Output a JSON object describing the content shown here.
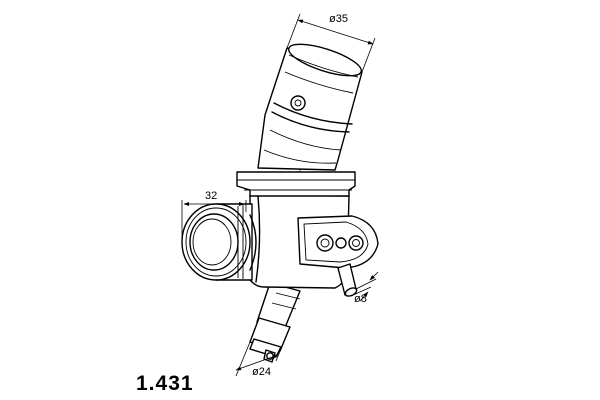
{
  "part_number": "1.431",
  "dimensions": {
    "top_outlet": "ø35",
    "side_outlet": "32",
    "small_nozzle": "ø8",
    "bottom_outlet": "ø24"
  }
}
